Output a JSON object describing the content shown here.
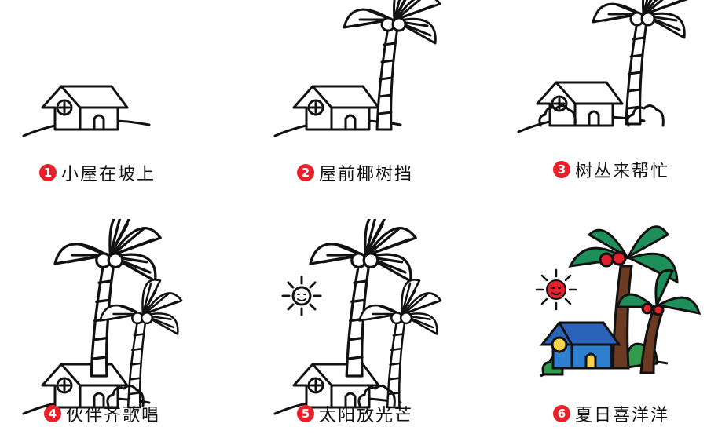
{
  "steps": [
    {
      "number": "1",
      "caption": "小屋在坡上"
    },
    {
      "number": "2",
      "caption": "屋前椰树挡"
    },
    {
      "number": "3",
      "caption": "树丛来帮忙"
    },
    {
      "number": "4",
      "caption": "伙伴齐歌唱"
    },
    {
      "number": "5",
      "caption": "太阳放光芒"
    },
    {
      "number": "6",
      "caption": "夏日喜洋洋"
    }
  ],
  "colors": {
    "badge": "#e8202a",
    "leaf": "#1e8f5a",
    "trunk": "#6b3a22",
    "house_wall": "#2f7fd0",
    "house_roof": "#2a63b8",
    "coconut": "#e0202a",
    "sun": "#e0202a",
    "bush": "#2e9c4a"
  }
}
